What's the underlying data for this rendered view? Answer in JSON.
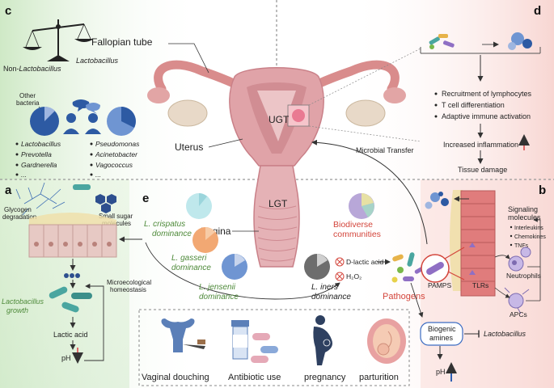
{
  "panels": {
    "a": "a",
    "b": "b",
    "c": "c",
    "d": "d",
    "e": "e"
  },
  "anatomy": {
    "fallopian_tube": "Fallopian tube",
    "uterus": "Uterus",
    "ugt": "UGT",
    "lgt": "LGT",
    "vagina": "Vagina",
    "microbial_transfer": "Microbial Transfer"
  },
  "panel_c": {
    "non_lacto": "Non-",
    "non_lacto_italic": "Lactobacillus",
    "lacto": "Lactobacillus",
    "other_bacteria_1": "Other",
    "other_bacteria_2": "bacteria",
    "genera_left": [
      "Lactobacillus",
      "Prevotella",
      "Gardnerella",
      "..."
    ],
    "genera_right": [
      "Pseudomonas",
      "Acinetobacter",
      "Vagococcus",
      "..."
    ]
  },
  "panel_d": {
    "bullets": [
      "Recruitment of lymphocytes",
      "T cell differentiation",
      "Adaptive immune activation"
    ],
    "increased_inflammation": "Increased inflammation",
    "tissue_damage": "Tissue damage"
  },
  "panel_a": {
    "glycogen_1": "Glycogen",
    "glycogen_2": "degradation",
    "sugar_1": "Small sugar",
    "sugar_2": "molecules",
    "growth_1": "Lactobacillus",
    "growth_2": "growth",
    "homeo_1": "Microecological",
    "homeo_2": "homeostasis",
    "lactic": "Lactic acid",
    "ph": "pH"
  },
  "panel_e": {
    "crispatus_1": "L. crispatus",
    "crispatus_2": "dominance",
    "gasseri_1": "L. gasseri",
    "gasseri_2": "dominance",
    "jensenii_1": "L. jensenii",
    "jensenii_2": "dominance",
    "iners_1": "L. iners",
    "iners_2": "dominance",
    "biodiverse_1": "Biodiverse",
    "biodiverse_2": "communities",
    "d_lactic": "D-lactic acid",
    "h2o2": "H₂O₂",
    "pathogens": "Pathogens",
    "factors": [
      "Vaginal douching",
      "Antibiotic use",
      "pregnancy",
      "parturition"
    ]
  },
  "panel_b": {
    "signaling_1": "Signaling",
    "signaling_2": "molecules",
    "signals": [
      "Interleukins",
      "Chemokines",
      "TNFs"
    ],
    "pamps": "PAMPS",
    "tlrs": "TLRs",
    "neutrophils": "Neutrophils",
    "apcs": "APCs",
    "biogenic_1": "Biogenic",
    "biogenic_2": "amines",
    "lacto": "Lactobacillus",
    "ph": "pH"
  },
  "colors": {
    "green_text": "#4e8a3a",
    "red_text": "#d3453b",
    "arrow_up": "#2f5fb3",
    "arrow_down": "#e06a6a",
    "pie_blue": "#6f95d2",
    "pie_orange": "#f2a873",
    "pie_teal": "#8fd3d9",
    "pie_grey": "#6d6d6d"
  }
}
